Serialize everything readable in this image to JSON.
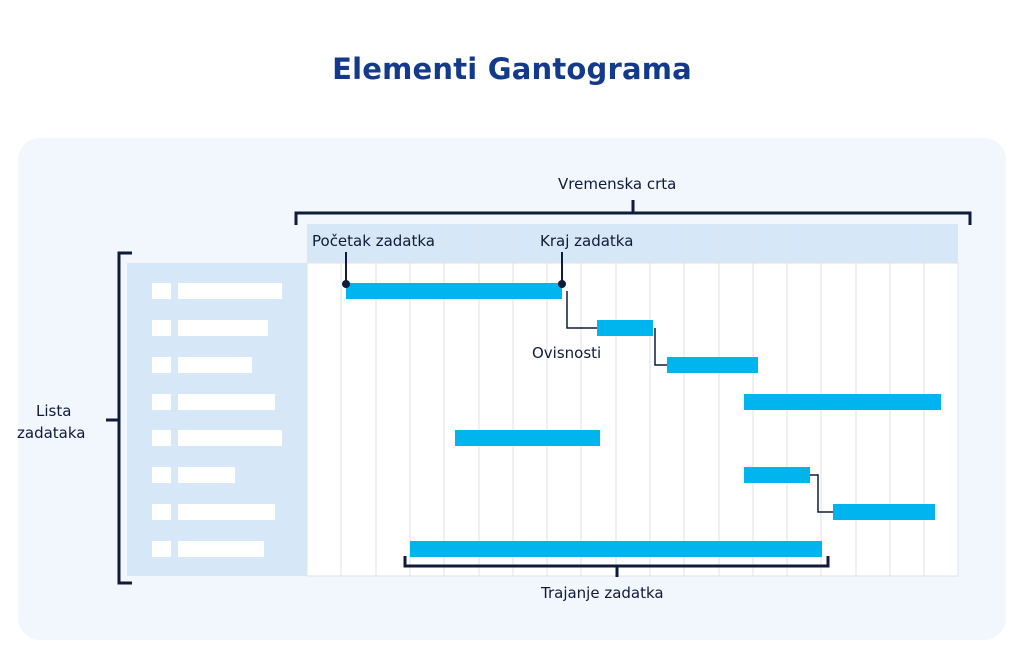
{
  "title": "Elementi Gantograma",
  "labels": {
    "timeline": "Vremenska crta",
    "task_start": "Početak zadatka",
    "task_end": "Kraj zadatka",
    "dependencies": "Ovisnosti",
    "task_list_line1": "Lista",
    "task_list_line2": "zadataka",
    "task_duration": "Trajanje zadatka"
  },
  "colors": {
    "title": "#143a8c",
    "bar": "#00b4ee",
    "task_list_bg": "#d6e8f7",
    "header_bg": "#d6e8f7",
    "grid_line": "#dde3ea",
    "bracket": "#101a3a",
    "placeholder": "#ffffff"
  }
}
